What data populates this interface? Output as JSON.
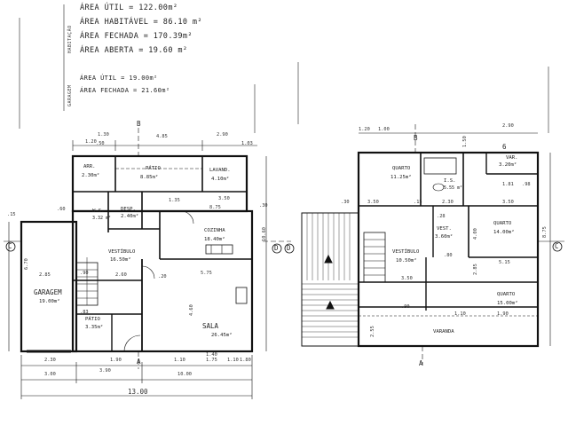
{
  "summary": {
    "habitacao_label": "HABITAÇÃO",
    "garagem_label": "GARAGEM",
    "area_util": "ÁREA ÚTIL = 122.00m²",
    "area_habitavel": "ÁREA HABITÁVEL = 86.10 m²",
    "area_fechada": "ÁREA FECHADA = 170.39m²",
    "area_aberta": "ÁREA ABERTA = 19.60 m²",
    "garagem_area_util": "ÁREA ÚTIL = 19.00m²",
    "garagem_area_fechada": "ÁREA FECHADA = 21.60m²"
  },
  "ground_floor": {
    "rooms": [
      {
        "id": "arr",
        "name": "ARR.",
        "area": "2.30m²"
      },
      {
        "id": "patio-top",
        "name": "PÁTIO",
        "area": "8.85m²"
      },
      {
        "id": "lavand",
        "name": "LAVAND.",
        "area": "4.10m²"
      },
      {
        "id": "ws",
        "name": "W.S.",
        "area": "3.32 m²"
      },
      {
        "id": "desp",
        "name": "DESP.",
        "area": "2.40m²"
      },
      {
        "id": "cozinha",
        "name": "COZINHA",
        "area": "18.40m²"
      },
      {
        "id": "vestibulo",
        "name": "VESTÍBULO",
        "area": "16.50m²"
      },
      {
        "id": "garagem",
        "name": "GARAGEM",
        "area": "19.00m²"
      },
      {
        "id": "patio-bottom",
        "name": "PÁTIO",
        "area": "3.35m²"
      },
      {
        "id": "sala",
        "name": "SALA",
        "area": "26.45m²"
      }
    ],
    "dimensions": [
      "1.20",
      "1.30",
      "4.85",
      "2.90",
      "1.03",
      "3.50",
      "8.75",
      "10.60",
      "2.85",
      "6.70",
      "2.60",
      "5.75",
      "4.60",
      "2.30",
      "3.90",
      "3.00",
      "10.00",
      "13.00",
      "1.10",
      "1.75",
      "1.10",
      "1.80",
      ".90",
      ".15",
      ".20",
      ".30",
      ".60",
      "1.40",
      "1.90",
      "1.35",
      ".83",
      ".50"
    ],
    "section_marks": [
      "B",
      "B",
      "C",
      "D",
      "A",
      "A"
    ]
  },
  "upper_floor": {
    "rooms": [
      {
        "id": "quarto1",
        "name": "QUARTO",
        "area": "11.25m²"
      },
      {
        "id": "is",
        "name": "I.S.",
        "area": "5.55 m²"
      },
      {
        "id": "var",
        "name": "VAR.",
        "area": "3.20m²"
      },
      {
        "id": "vest",
        "name": "VEST.",
        "area": "3.60m²"
      },
      {
        "id": "quarto2",
        "name": "QUARTO",
        "area": "14.00m²"
      },
      {
        "id": "vestibulo2",
        "name": "VESTÍBULO",
        "area": "10.50m²"
      },
      {
        "id": "quarto3",
        "name": "QUARTO",
        "area": "15.00m²"
      }
    ],
    "varanda": "VARANDA",
    "dimensions": [
      "1.20",
      "1.00",
      "1.50",
      "2.90",
      "3.50",
      "2.30",
      "3.50",
      "8.75",
      "5.15",
      "3.50",
      "4.00",
      "2.85",
      "1.10",
      "1.90",
      "2.55",
      ".30",
      ".15",
      ".28",
      ".80",
      ".90",
      "1.81",
      ".98",
      "6"
    ],
    "section_marks": [
      "B",
      "D",
      "C",
      "A"
    ]
  }
}
